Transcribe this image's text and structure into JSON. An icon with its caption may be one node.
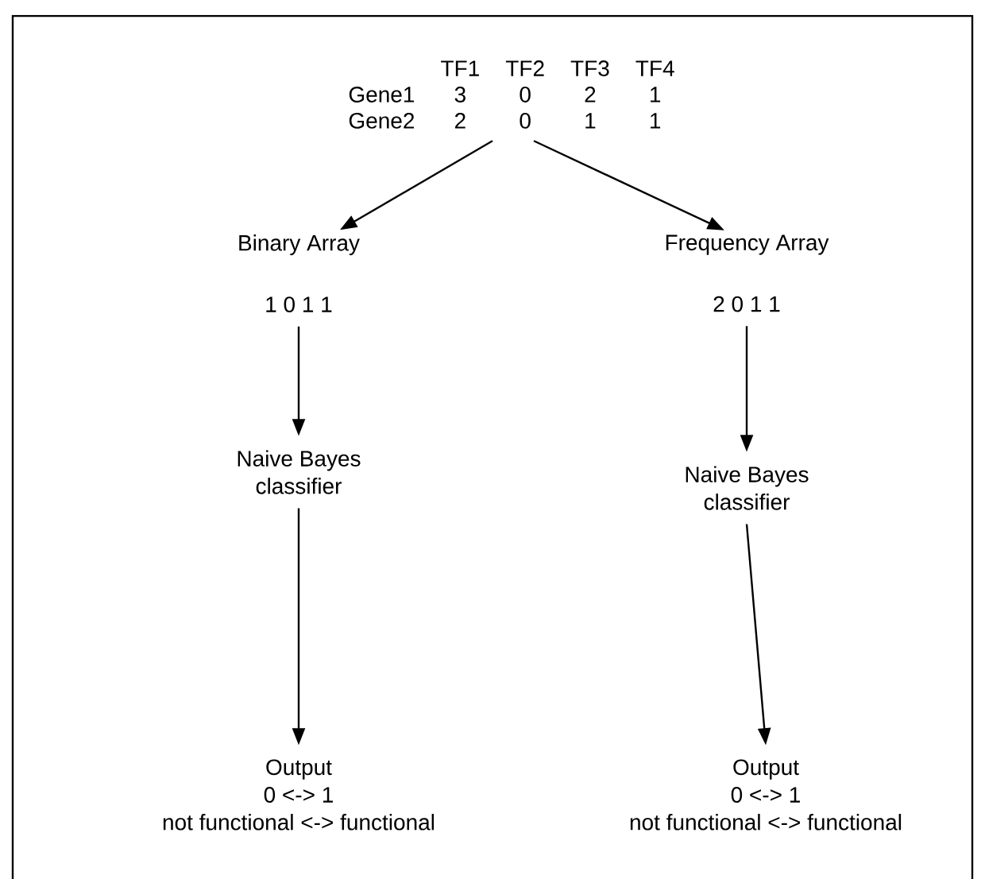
{
  "diagram": {
    "nodes": [
      {
        "text": [
          "TF1",
          "TF2",
          "TF3",
          "TF4",
          "Gene1",
          "3",
          "0",
          "2",
          "1",
          "Gene2",
          "2",
          "0",
          "1",
          "1"
        ]
      },
      {
        "text": [
          "Binary Array",
          "1 0 1 1"
        ]
      },
      {
        "text": [
          "Frequency Array",
          "2 0 1 1"
        ]
      },
      {
        "text": [
          "Naive Bayes classifier"
        ]
      },
      {
        "text": [
          "Naive Bayes classifier"
        ]
      },
      {
        "text": [
          "Output",
          "0 <-> 1",
          "not functional <-> functional"
        ]
      },
      {
        "text": [
          "Output",
          "0 <-> 1",
          "not functional <-> functional"
        ]
      }
    ],
    "edges": [
      {
        "from": 0,
        "to": 1,
        "arrow": "to"
      },
      {
        "from": 0,
        "to": 2,
        "arrow": "to"
      },
      {
        "from": 1,
        "to": 3,
        "arrow": "to"
      },
      {
        "from": 2,
        "to": 4,
        "arrow": "to"
      },
      {
        "from": 3,
        "to": 5,
        "arrow": "to"
      },
      {
        "from": 4,
        "to": 6,
        "arrow": "to"
      }
    ]
  }
}
